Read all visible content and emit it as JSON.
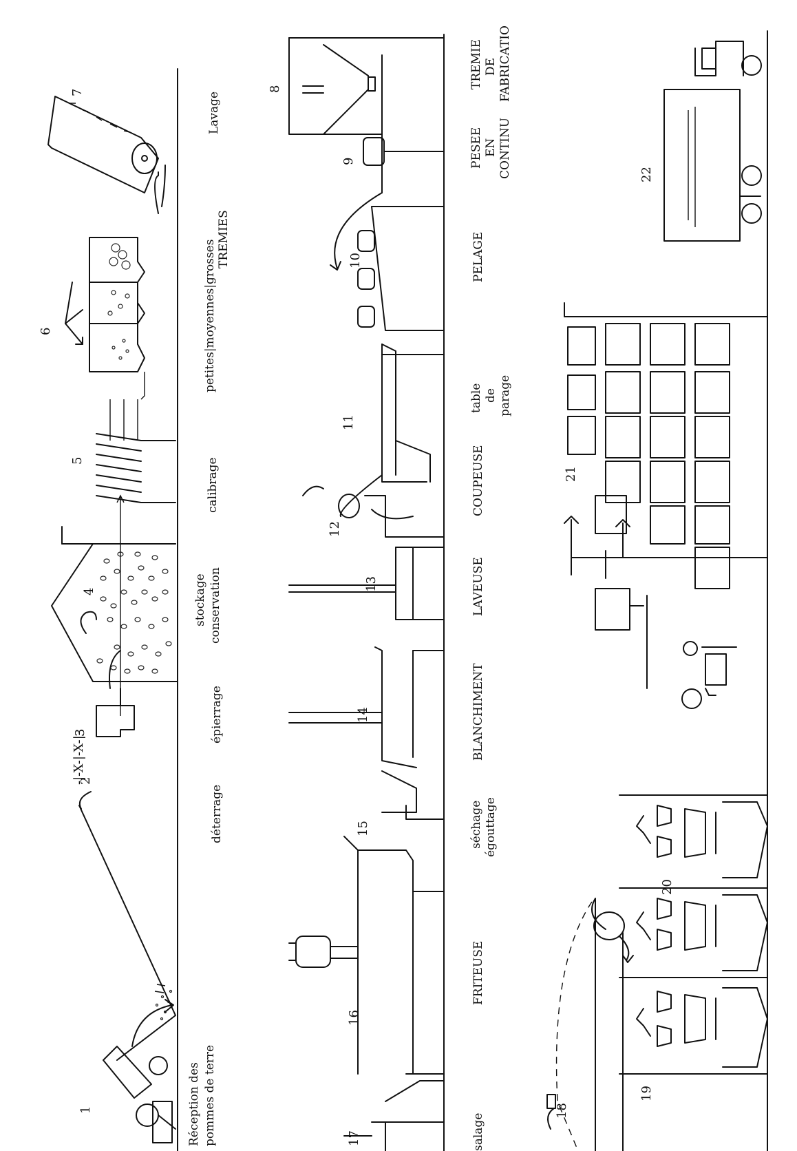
{
  "rows": {
    "top": {
      "numbers": [
        "1",
        "2",
        "3",
        "4",
        "5",
        "6",
        "7"
      ],
      "labels": {
        "reception_line1": "Réception des",
        "reception_line2": "pommes de terre",
        "deterrage": "déterrage",
        "epierrage": "épierrage",
        "stockage_line1": "stockage",
        "stockage_line2": "conservation",
        "calibrage": "calibrage",
        "tremies_line1": "petites|moyennes|grosses",
        "tremies_line2": "TREMIES",
        "lavage": "Lavage"
      }
    },
    "middle": {
      "numbers": [
        "8",
        "9",
        "10",
        "11",
        "12",
        "13",
        "14",
        "15",
        "16",
        "17"
      ],
      "labels": {
        "tremie_line1": "TREMIE",
        "tremie_line2": "DE",
        "tremie_line3": "FABRICATIO",
        "pesee_line1": "PESEE",
        "pesee_line2": "EN",
        "pesee_line3": "CONTINU",
        "pelage": "PELAGE",
        "table_line1": "table",
        "table_line2": "de",
        "table_line3": "parage",
        "coupeuse": "COUPEUSE",
        "laveuse": "LAVEUSE",
        "blanchiment": "BLANCHIMENT",
        "sechage_line1": "séchage",
        "sechage_line2": "égouttage",
        "friteuse": "FRITEUSE",
        "salage": "salage"
      }
    },
    "bottom": {
      "numbers": [
        "18",
        "19",
        "20",
        "21",
        "22"
      ]
    }
  }
}
